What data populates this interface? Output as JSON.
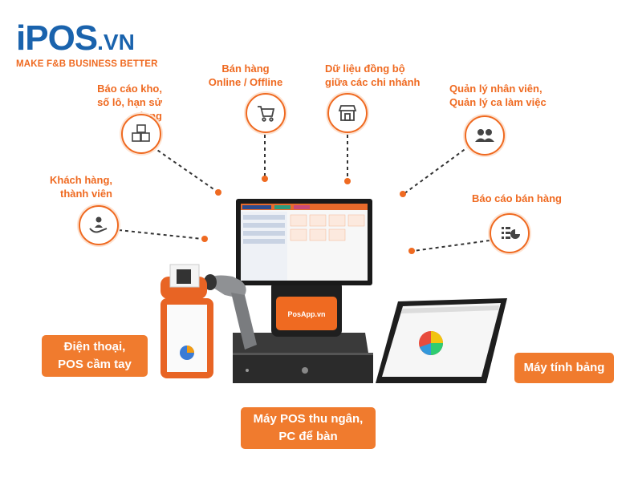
{
  "logo": {
    "main": "iPOS",
    "suffix": ".VN",
    "tagline": "MAKE F&B BUSINESS BETTER"
  },
  "features": {
    "inventory": {
      "line1": "Báo cáo kho,",
      "line2": "số lô, hạn sử dụng",
      "icon": "boxes-icon"
    },
    "sales": {
      "line1": "Bán hàng",
      "line2": "Online / Offline",
      "icon": "cart-icon"
    },
    "sync": {
      "line1": "Dữ liệu đồng bộ",
      "line2": "giữa các chi nhánh",
      "icon": "store-icon"
    },
    "staff": {
      "line1": "Quản lý nhân viên,",
      "line2": "Quản lý ca làm việc",
      "icon": "staff-icon"
    },
    "customers": {
      "line1": "Khách hàng,",
      "line2": "thành viên",
      "icon": "customer-hand-icon"
    },
    "report": {
      "line1": "Báo cáo bán hàng",
      "icon": "report-icon"
    }
  },
  "devices": {
    "phone": {
      "line1": "Điện thoại,",
      "line2": "POS cầm tay"
    },
    "tablet": {
      "line1": "Máy tính bảng"
    },
    "pos": {
      "line1": "Máy POS thu ngân,",
      "line2": "PC để bàn"
    }
  },
  "printer_brand": "PosApp.vn",
  "colors": {
    "accent": "#ef6a21",
    "brand_blue": "#1a63ad"
  }
}
